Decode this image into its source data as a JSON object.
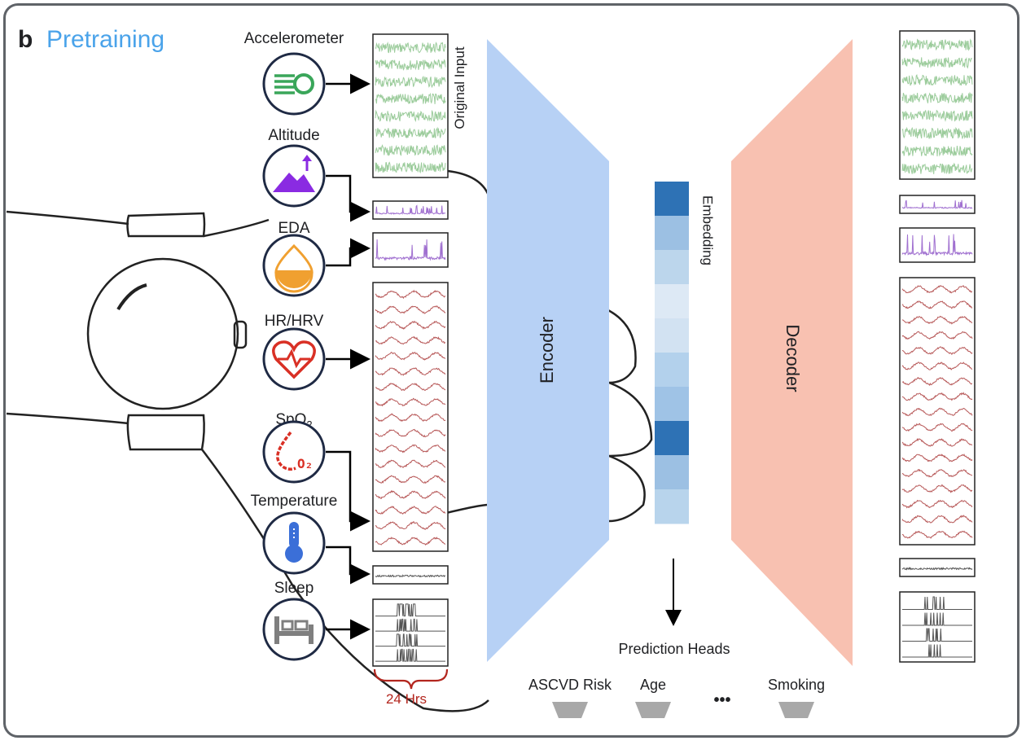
{
  "panel_letter": "b",
  "title": "Pretraining",
  "sensors": [
    {
      "label": "Accelerometer",
      "icon": "accelerometer-icon",
      "color": "#3aa65a"
    },
    {
      "label": "Altitude",
      "icon": "altitude-icon",
      "color": "#8a2be2"
    },
    {
      "label": "EDA",
      "icon": "eda-icon",
      "color": "#f0a030"
    },
    {
      "label": "HR/HRV",
      "icon": "heart-rate-icon",
      "color": "#d93025"
    },
    {
      "label": "SpO",
      "sub": "2",
      "icon": "spo2-icon",
      "color": "#d93025"
    },
    {
      "label": "Temperature",
      "icon": "thermometer-icon",
      "color": "#3b6fd8"
    },
    {
      "label": "Sleep",
      "icon": "bed-icon",
      "color": "#7f7f7f"
    }
  ],
  "original_input_label": "Original Input",
  "time_span_label": "24 Hrs",
  "encoder_label": "Encoder",
  "decoder_label": "Decoder",
  "embedding_label": "Embedding",
  "embedding_shades": [
    "#2e72b5",
    "#9cc0e3",
    "#bcd6ec",
    "#dde9f5",
    "#d2e2f2",
    "#b3d1ec",
    "#9fc3e6",
    "#2e72b5",
    "#9cc0e3",
    "#b8d4ec"
  ],
  "prediction_heads_label": "Prediction Heads",
  "heads": [
    "ASCVD Risk",
    "Age",
    "Smoking"
  ],
  "heads_ellipsis": "•••",
  "colors": {
    "encoder": "#b7d1f5",
    "decoder": "#f8c1b1",
    "accel_trace": "#9ccc9c",
    "altitude_trace": "#a070d0",
    "hr_trace": "#b85a5a",
    "temp_trace": "#555555",
    "sleep_trace": "#555555",
    "title": "#4aa3ea",
    "brace": "#b3261e"
  }
}
